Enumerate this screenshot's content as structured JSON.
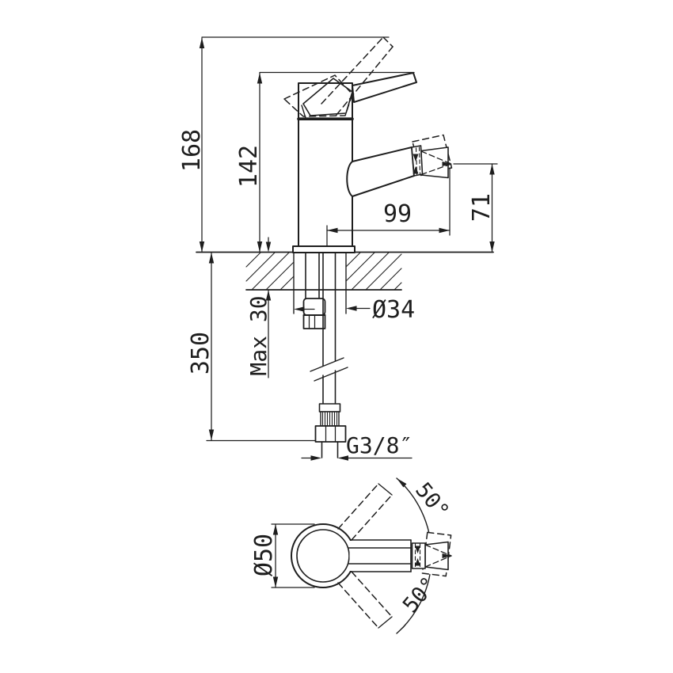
{
  "drawing": {
    "type": "faucet-technical-drawing",
    "background": "#ffffff",
    "line_color": "#1e1e1e",
    "side_view": {
      "overall_height": "168",
      "body_height": "142",
      "spout_reach": "99",
      "spout_height": "71",
      "hole_diameter": "Ø34",
      "max_deck_thickness": "Max 30",
      "hose_length": "350",
      "thread_size": "G3/8″"
    },
    "plan_view": {
      "base_diameter": "Ø50",
      "handle_swing_upper": "50°",
      "handle_swing_lower": "50°"
    }
  }
}
